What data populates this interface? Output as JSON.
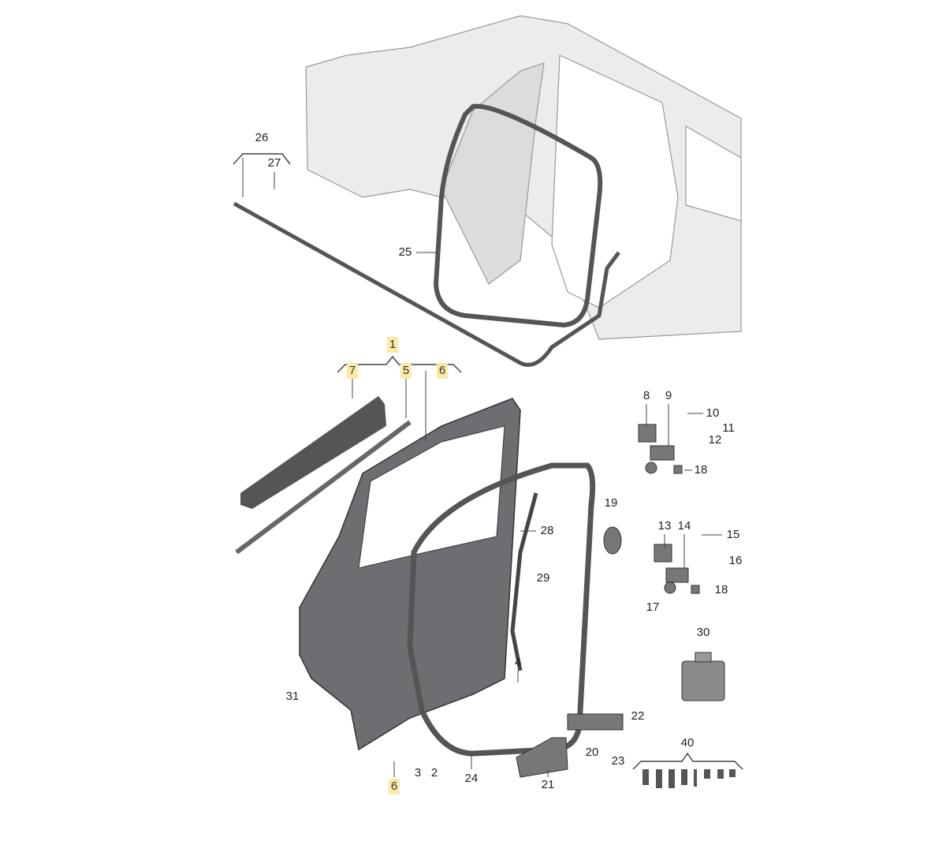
{
  "labels": {
    "l26": "26",
    "l27": "27",
    "l25": "25",
    "l1": "1",
    "l7": "7",
    "l5": "5",
    "l6": "6",
    "l8": "8",
    "l9": "9",
    "l10": "10",
    "l11": "11",
    "l12": "12",
    "l18": "18",
    "l19": "19",
    "l28": "28",
    "l29": "29",
    "l13": "13",
    "l14": "14",
    "l15": "15",
    "l16": "16",
    "l17": "17",
    "l18b": "18",
    "l30": "30",
    "l4": "4",
    "l31": "31",
    "l3": "3",
    "l2": "2",
    "l6b": "6",
    "l24": "24",
    "l21": "21",
    "l20": "20",
    "l22": "22",
    "l23": "23",
    "l40": "40"
  },
  "highlight_color": "#fbe9a6"
}
